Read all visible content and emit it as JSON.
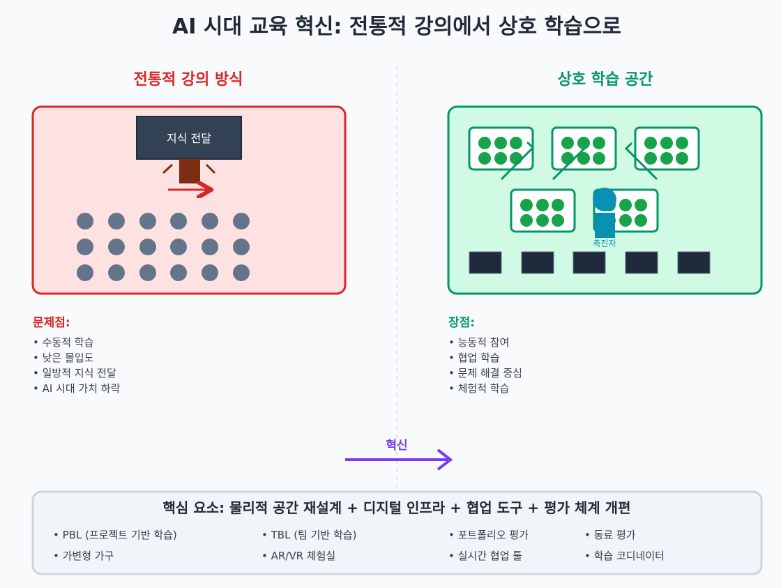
{
  "title": "AI 시대 교육 혁신: 전통적 강의에서 상호 학습으로",
  "left": {
    "heading": "전통적 강의 방식",
    "board_label": "지식 전달",
    "issues_title": "문제점:",
    "issues": [
      "• 수동적 학습",
      "• 낮은 몰입도",
      "• 일방적 지식 전달",
      "• AI 시대 가치 하락"
    ]
  },
  "right": {
    "heading": "상호 학습 공간",
    "facilitator_label": "촉진자",
    "benefits_title": "장점:",
    "benefits": [
      "• 능동적 참여",
      "• 협업 학습",
      "• 문제 해결 중심",
      "• 체험적 학습"
    ]
  },
  "transition_label": "혁신",
  "bottom": {
    "heading": "핵심 요소: 물리적 공간 재설계 + 디지털 인프라 + 협업 도구 + 평가 체계 개편",
    "items": [
      "• PBL (프로젝트 기반 학습)",
      "• TBL (팀 기반 학습)",
      "• 포트폴리오 평가",
      "• 동료 평가",
      "• 가변형 가구",
      "• AR/VR 체험실",
      "• 실시간 협업 툴",
      "• 학습 코디네이터"
    ]
  },
  "colors": {
    "red": "#dc2626",
    "green": "#059669",
    "purple": "#7c3aed",
    "facilitator": "#0891b2"
  }
}
